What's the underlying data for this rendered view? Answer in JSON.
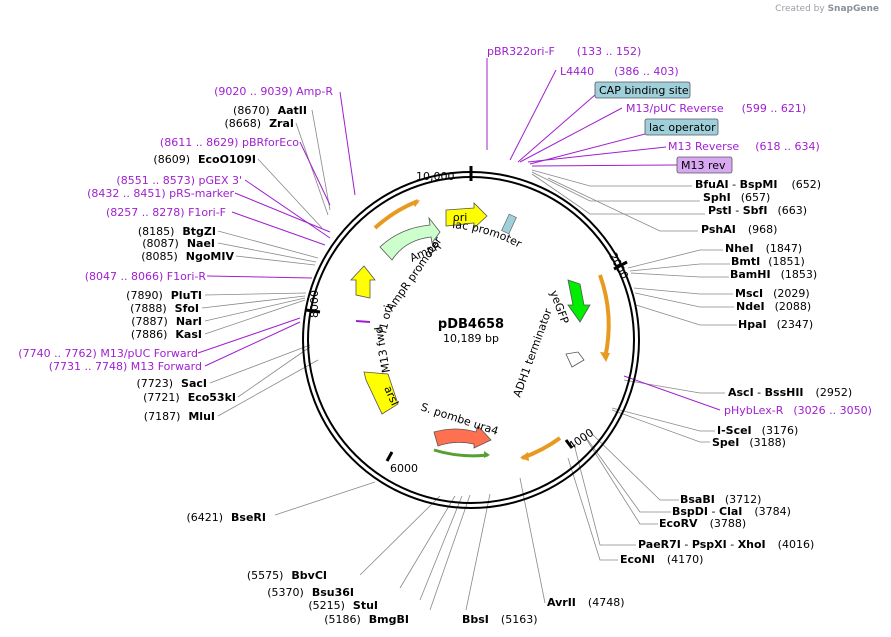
{
  "watermark": {
    "prefix": "Created by",
    "brand": "SnapGene"
  },
  "plasmid": {
    "name": "pDB4658",
    "size": "10,189 bp"
  },
  "ticks": [
    "10,000",
    "2000",
    "4000",
    "6000",
    "8000"
  ],
  "sites_right": [
    {
      "name": "BfuAI",
      "name2": "BspMI",
      "pos": "(652)"
    },
    {
      "name": "SphI",
      "pos": "(657)"
    },
    {
      "name": "PstI",
      "name2": "SbfI",
      "pos": "(663)"
    },
    {
      "name": "PshAI",
      "pos": "(968)"
    },
    {
      "name": "NheI",
      "pos": "(1847)"
    },
    {
      "name": "BmtI",
      "pos": "(1851)"
    },
    {
      "name": "BamHI",
      "pos": "(1853)"
    },
    {
      "name": "MscI",
      "pos": "(2029)"
    },
    {
      "name": "NdeI",
      "pos": "(2088)"
    },
    {
      "name": "HpaI",
      "pos": "(2347)"
    },
    {
      "name": "AscI",
      "name2": "BssHII",
      "pos": "(2952)"
    },
    {
      "name": "I-SceI",
      "pos": "(3176)"
    },
    {
      "name": "SpeI",
      "pos": "(3188)"
    },
    {
      "name": "BsaBI",
      "pos": "(3712)"
    },
    {
      "name": "BspDI",
      "name2": "ClaI",
      "pos": "(3784)"
    },
    {
      "name": "EcoRV",
      "pos": "(3788)"
    },
    {
      "name": "PaeR7I",
      "name2": "PspXI",
      "name3": "XhoI",
      "pos": "(4016)"
    },
    {
      "name": "EcoNI",
      "pos": "(4170)"
    },
    {
      "name": "AvrII",
      "pos": "(4748)"
    }
  ],
  "sites_left": [
    {
      "name": "AatII",
      "pos": "(8670)"
    },
    {
      "name": "ZraI",
      "pos": "(8668)"
    },
    {
      "name": "EcoO109I",
      "pos": "(8609)"
    },
    {
      "name": "BtgZI",
      "pos": "(8185)"
    },
    {
      "name": "NaeI",
      "pos": "(8087)"
    },
    {
      "name": "NgoMIV",
      "pos": "(8085)"
    },
    {
      "name": "PluTI",
      "pos": "(7890)"
    },
    {
      "name": "SfoI",
      "pos": "(7888)"
    },
    {
      "name": "NarI",
      "pos": "(7887)"
    },
    {
      "name": "KasI",
      "pos": "(7886)"
    },
    {
      "name": "SacI",
      "pos": "(7723)"
    },
    {
      "name": "Eco53kI",
      "pos": "(7721)"
    },
    {
      "name": "MluI",
      "pos": "(7187)"
    },
    {
      "name": "BseRI",
      "pos": "(6421)"
    },
    {
      "name": "BbvCI",
      "pos": "(5575)"
    },
    {
      "name": "Bsu36I",
      "pos": "(5370)"
    },
    {
      "name": "StuI",
      "pos": "(5215)"
    },
    {
      "name": "BmgBI",
      "pos": "(5186)"
    },
    {
      "name": "BbsI",
      "pos": "(5163)"
    }
  ],
  "primers": [
    {
      "name": "pBR322ori-F",
      "range": "(133 .. 152)"
    },
    {
      "name": "L4440",
      "range": "(386 .. 403)"
    },
    {
      "name": "M13/pUC Reverse",
      "range": "(599 .. 621)"
    },
    {
      "name": "M13 Reverse",
      "range": "(618 .. 634)"
    },
    {
      "name": "pHybLex-R",
      "range": "(3026 .. 3050)"
    },
    {
      "name": "Amp-R",
      "range": "(9020 .. 9039)"
    },
    {
      "name": "pBRforEco",
      "range": "(8611 .. 8629)"
    },
    {
      "name": "pGEX 3'",
      "range": "(8551 .. 8573)"
    },
    {
      "name": "pRS-marker",
      "range": "(8432 .. 8451)"
    },
    {
      "name": "F1ori-F",
      "range": "(8257 .. 8278)"
    },
    {
      "name": "F1ori-R",
      "range": "(8047 .. 8066)"
    },
    {
      "name": "M13/pUC Forward",
      "range": "(7740 .. 7762)"
    },
    {
      "name": "M13 Forward",
      "range": "(7731 .. 7748)"
    }
  ],
  "boxes": {
    "cap": "CAP binding site",
    "lacop": "lac operator",
    "m13rev": "M13 rev"
  },
  "features": {
    "ori": "ori",
    "lac_promoter": "lac promoter",
    "ampr": "AmpR",
    "ampr_promoter": "AmpR promoter",
    "f1ori": "f1 ori",
    "m13fwd": "M13 fwd",
    "ars1": "arsI",
    "ura4": "S. pombe ura4",
    "adh1": "ADH1 terminator",
    "yegfp": "yeGFP"
  },
  "colors": {
    "primer": "#a020d0",
    "box": "#9fcfd9",
    "m13rev_box": "#d8a8f0",
    "ori": "#ffff00",
    "yegfp": "#00ee00",
    "ura4": "#ff7050",
    "ampr": "#ccffcc",
    "orf": "#f0a830"
  }
}
